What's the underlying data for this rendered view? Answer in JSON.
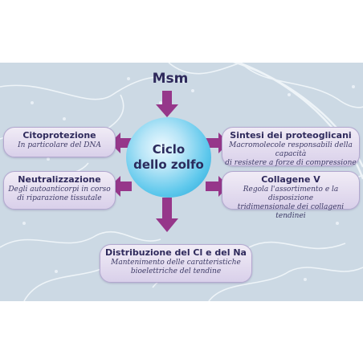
{
  "diagram": {
    "source": "Msm",
    "center": {
      "line1": "Ciclo",
      "line2": "dello zolfo"
    },
    "boxes": {
      "citoprotezione": {
        "title": "Citoprotezione",
        "desc1": "In particolare del DNA"
      },
      "neutralizzazione": {
        "title": "Neutralizzazione",
        "desc1": "Degli autoanticorpi in corso",
        "desc2": "di riparazione tissutale"
      },
      "sintesi": {
        "title": "Sintesi dei proteoglicani",
        "desc1": "Macromolecole responsabili della capacità",
        "desc2": "di resistere a forze di compressione"
      },
      "collagene": {
        "title": "Collagene V",
        "desc1": "Regola l'assortimento e la disposizione",
        "desc2": "tridimensionale dei collageni tendinei"
      },
      "distribuzione": {
        "title": "Distribuzione del Cl e del Na",
        "desc1": "Mantenimento delle caratteristiche",
        "desc2": "bioelettriche del tendine"
      }
    }
  },
  "colors": {
    "arrow": "#96378a",
    "circle": "#4fc1e9",
    "box": "#ddd5ec",
    "background": "#ccd9e4",
    "text": "#2f2a5c"
  }
}
